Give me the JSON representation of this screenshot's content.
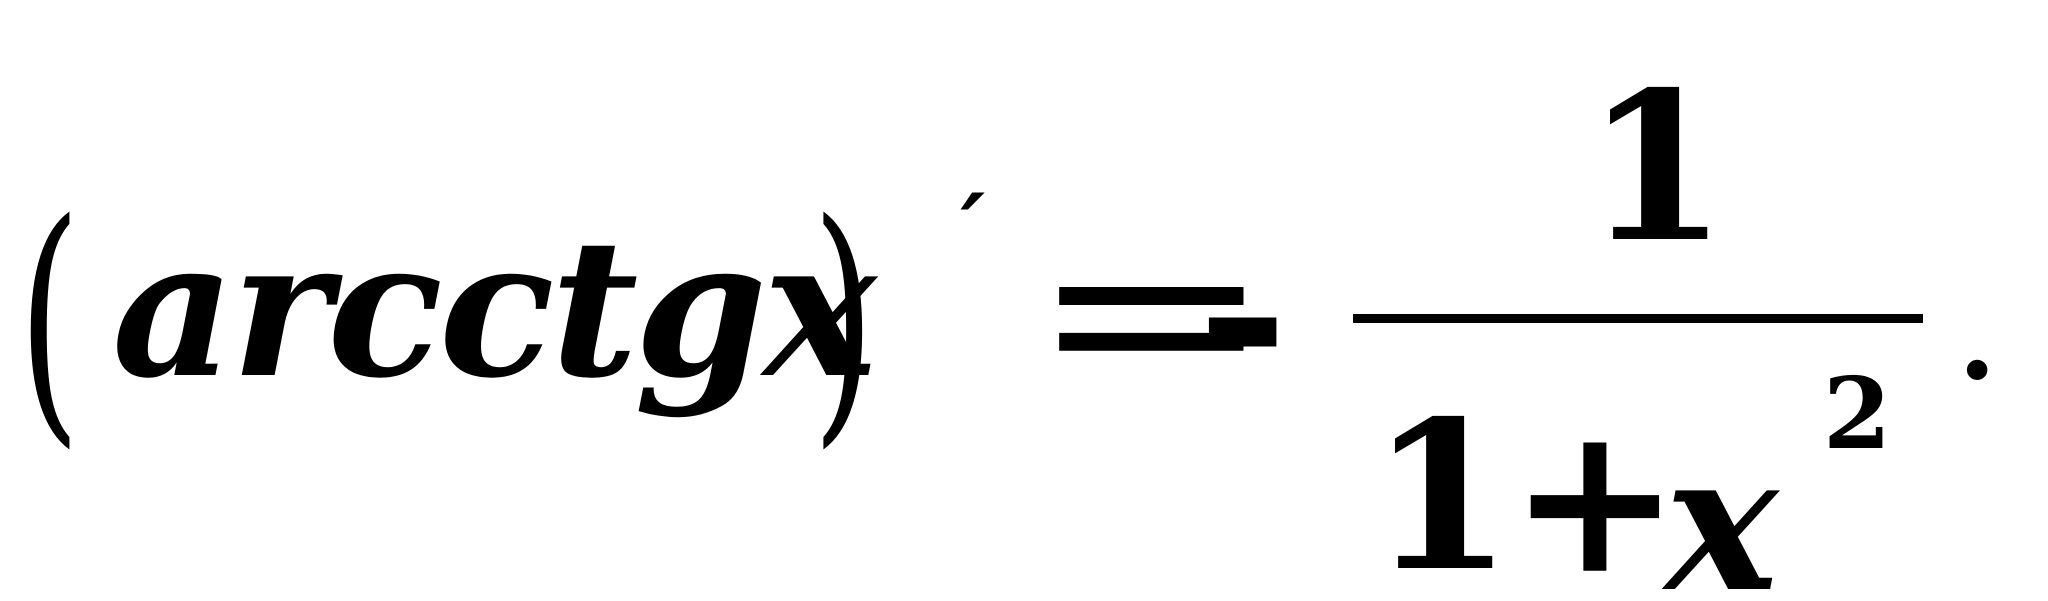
{
  "formula": {
    "left_paren": "(",
    "function": "arcctgx",
    "right_paren": ")",
    "prime": "´",
    "equals": "=",
    "minus": "-",
    "numerator": "1",
    "denominator": {
      "one": "1",
      "plus": "+",
      "variable": "x",
      "exponent": "2"
    },
    "terminal_dot": "·"
  }
}
